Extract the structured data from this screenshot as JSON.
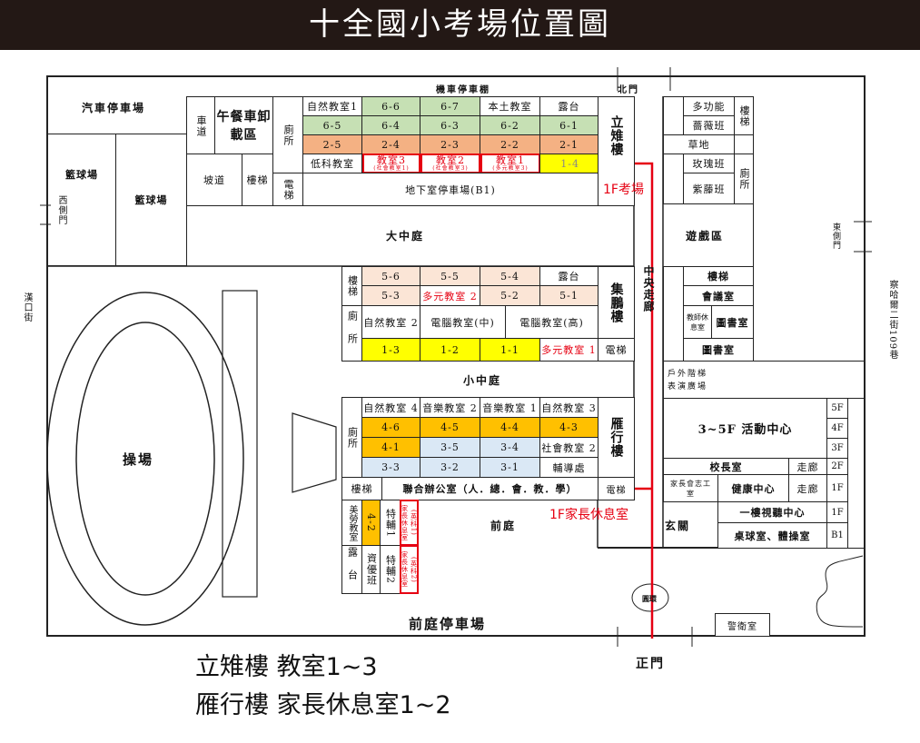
{
  "title": "十全國小考場位置圖",
  "top": {
    "car_park": "汽車停車場",
    "basketball1": "籃球場",
    "basketball2": "籃球場",
    "west_gate": "西側門",
    "driveway": "車道",
    "lunch": "午餐車卸載區",
    "ramp": "坡道",
    "stairs": "樓梯",
    "toilet": "廁所",
    "elevator": "電梯",
    "moto": "機車停車棚",
    "north_gate": "北門",
    "b1_parking": "地下室停車場(B1)"
  },
  "liya": {
    "name": "立雉樓",
    "rows": [
      [
        "自然教室1",
        "6-6",
        "6-7",
        "本土教室",
        "露台"
      ],
      [
        "6-5",
        "6-4",
        "6-3",
        "6-2",
        "6-1"
      ],
      [
        "2-5",
        "2-4",
        "2-3",
        "2-2",
        "2-1"
      ]
    ],
    "low": "低科教室",
    "exam": [
      {
        "label": "教室3",
        "sub": "(社會教室1)"
      },
      {
        "label": "教室2",
        "sub": "(社會教室3)"
      },
      {
        "label": "教室1",
        "sub": "(多元教室3)"
      }
    ],
    "r21": "1-4"
  },
  "annot": {
    "exam_1f": "1F考場",
    "parent_1f": "1F家長休息室"
  },
  "courts": {
    "big": "大中庭",
    "small": "小中庭",
    "front": "前庭",
    "front_parking": "前庭停車場",
    "playground": "操場",
    "play_area": "遊戲區",
    "corridor": "中央走廊",
    "entrance": "玄關",
    "roundabout": "圓環",
    "guard": "警衛室",
    "main_gate": "正門",
    "outdoor": "戶外階梯",
    "stage": "表演廣場"
  },
  "streets": {
    "west": "漢口街",
    "east": "察哈爾二街109巷",
    "east_gate": "東側門"
  },
  "east": {
    "multi": "多功能",
    "rose2": "薔薇班",
    "stairs": "樓梯",
    "grass": "草地",
    "rose": "玫瑰班",
    "wisteria": "紫藤班",
    "toilet": "廁所",
    "stairs2": "樓梯",
    "meeting": "會議室",
    "teacher": "教師休息室",
    "library": "圖書室",
    "library2": "圖書室",
    "activity": "3~5F 活動中心",
    "principal": "校長室",
    "hall": "走廊",
    "hall2": "走廊",
    "pta": "家長會志工室",
    "health": "健康中心",
    "av": "一樓視聽中心",
    "pingpong": "桌球室、體操室",
    "floors": [
      "5F",
      "4F",
      "3F",
      "2F",
      "1F",
      "1F",
      "B1"
    ]
  },
  "jipeng": {
    "name": "集鵬樓",
    "stairs": "樓梯",
    "toilet": "廁所",
    "r1": [
      "5-6",
      "5-5",
      "5-4",
      "露台"
    ],
    "r2": [
      "5-3",
      "多元教室 2",
      "5-2",
      "5-1"
    ],
    "r3": [
      "自然教室 2",
      "電腦教室(中)",
      "電腦教室(高)"
    ],
    "r4": [
      "1-3",
      "1-2",
      "1-1",
      "多元教室 1"
    ],
    "elevator": "電梯"
  },
  "yanxing": {
    "name": "雁行樓",
    "toilet": "廁所",
    "r1": [
      "自然教室 4",
      "音樂教室 2",
      "音樂教室 1",
      "自然教室 3"
    ],
    "r2": [
      "4-6",
      "4-5",
      "4-4",
      "4-3"
    ],
    "r3": [
      "4-1",
      "3-5",
      "3-4",
      "社會教室 2"
    ],
    "r4": [
      "3-3",
      "3-2",
      "3-1",
      "輔導處"
    ],
    "stairs": "樓梯",
    "office": "聯合辦公室（人．總．會．教．學）",
    "elevator": "電梯",
    "art": "美勞教室",
    "c42": "4-2",
    "sp1": "特輔1",
    "sp2": "特輔2",
    "terrace": "露台",
    "gifted": "資優班",
    "parent1": "家長休息室",
    "parent1_sub": "(英科1)",
    "parent2": "家長休息室",
    "parent2_sub": "(英科2)"
  },
  "bottom": {
    "line1": "立雉樓 教室1~3",
    "line2": "雁行樓 家長休息室1~2"
  }
}
